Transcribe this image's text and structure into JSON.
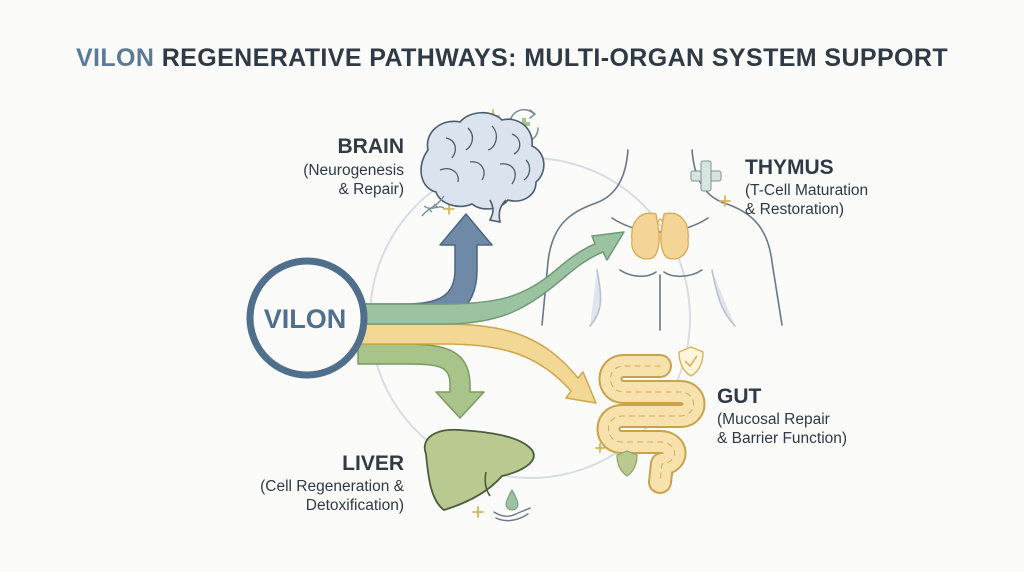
{
  "title": {
    "accent": "VILON",
    "rest": "REGENERATIVE PATHWAYS: MULTI-ORGAN SYSTEM SUPPORT"
  },
  "center": {
    "label": "VILON"
  },
  "organs": {
    "brain": {
      "name": "BRAIN",
      "line1": "(Neurogenesis",
      "line2": "& Repair)"
    },
    "thymus": {
      "name": "THYMUS",
      "line1": "(T-Cell Maturation",
      "line2": "& Restoration)"
    },
    "gut": {
      "name": "GUT",
      "line1": "(Mucosal Repair",
      "line2": "& Barrier Function)"
    },
    "liver": {
      "name": "LIVER",
      "line1": "(Cell Regeneration &",
      "line2": "Detoxification)"
    }
  },
  "colors": {
    "title_accent": "#5b7a97",
    "brain_arrow": "#6e8aa6",
    "thymus_arrow": "#9cc3a1",
    "gut_arrow": "#f2d894",
    "liver_arrow": "#a9c48a",
    "thymus_gland": "#f5d597",
    "liver_fill": "#b9c98f",
    "gut_fill": "#f7e2ad"
  },
  "icons": [
    "brain-icon",
    "thymus-icon",
    "torso-icon",
    "gut-icon",
    "liver-icon",
    "shield-icon",
    "plus-icon",
    "recycle-icon",
    "dna-icon",
    "droplet-icon",
    "hand-icon"
  ]
}
